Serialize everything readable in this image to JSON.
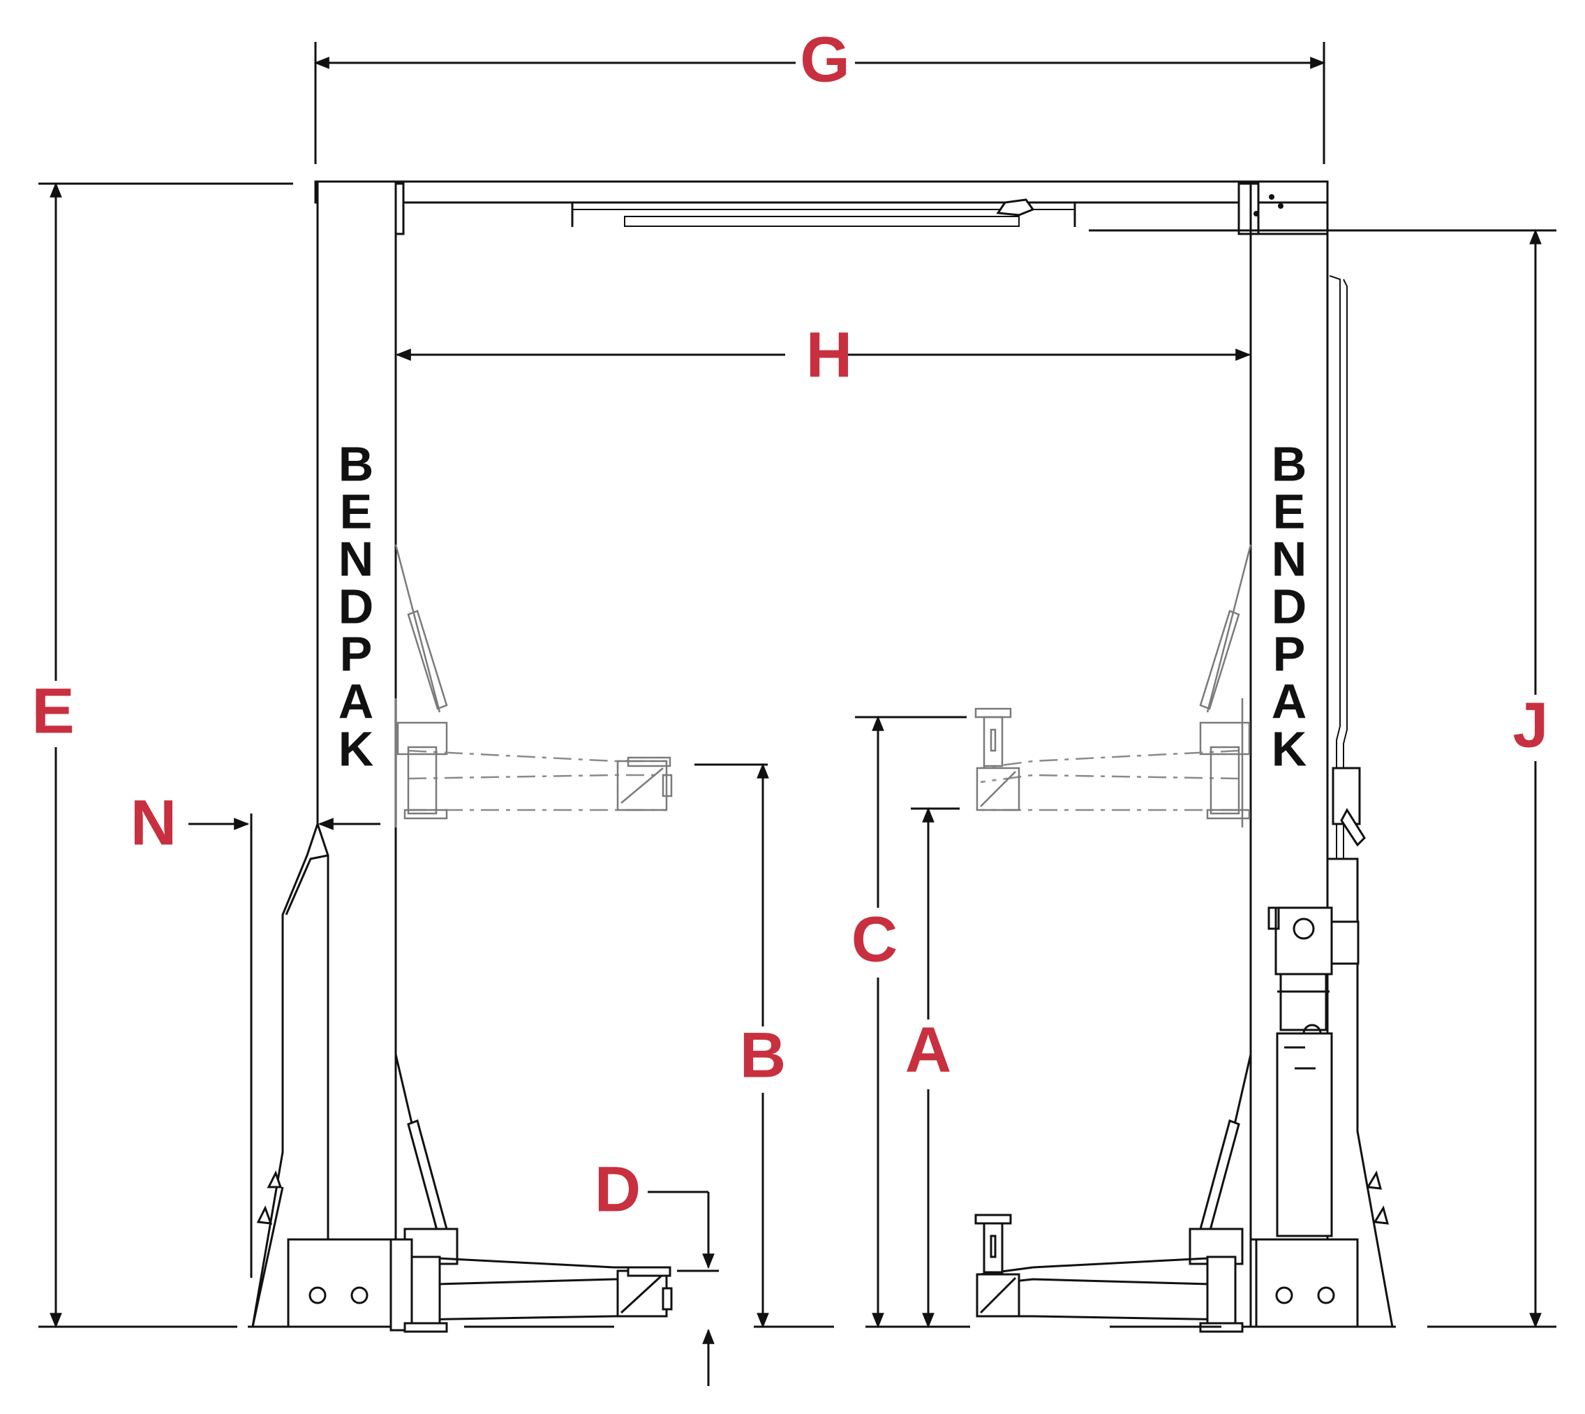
{
  "brand": {
    "text": "BENDPAK",
    "letters": [
      "B",
      "E",
      "N",
      "D",
      "P",
      "A",
      "K"
    ]
  },
  "dimensions": {
    "G": "G",
    "H": "H",
    "E": "E",
    "J": "J",
    "N": "N",
    "B": "B",
    "C": "C",
    "A": "A",
    "D": "D"
  },
  "colors": {
    "label": "#c8303f",
    "line": "#111111",
    "grey": "#7a7a7a"
  }
}
